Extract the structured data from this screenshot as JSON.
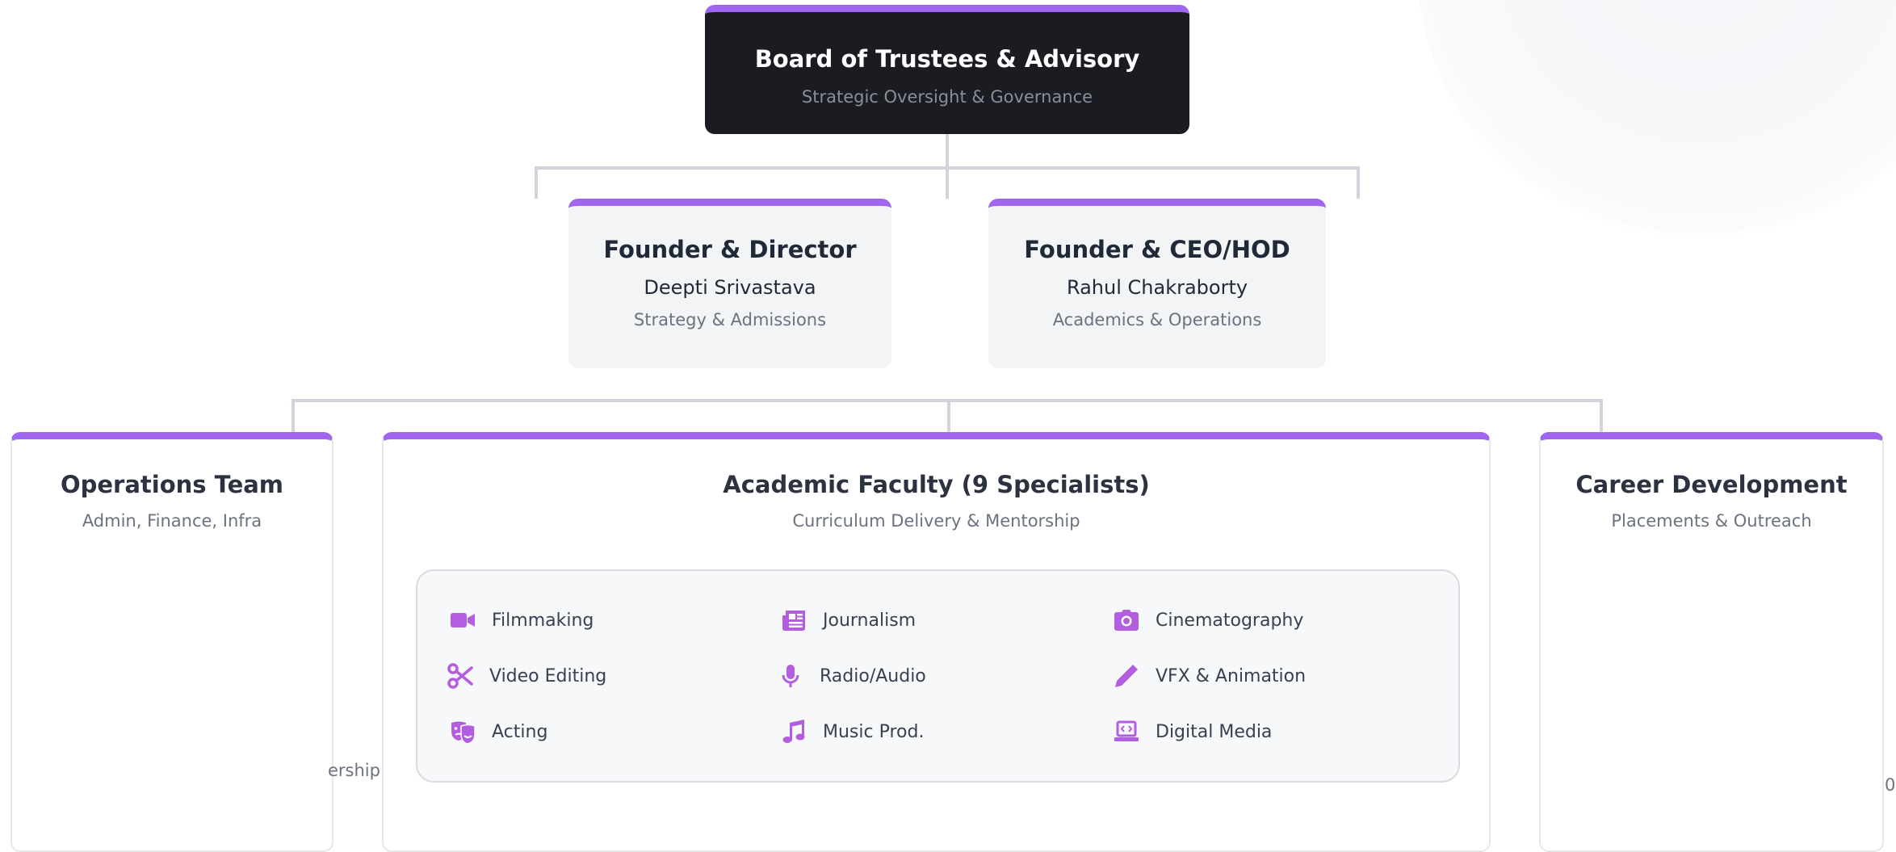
{
  "board": {
    "title": "Board of Trustees & Advisory",
    "subtitle": "Strategic Oversight & Governance"
  },
  "founders": [
    {
      "title": "Founder & Director",
      "name": "Deepti Srivastava",
      "subtitle": "Strategy & Admissions"
    },
    {
      "title": "Founder & CEO/HOD",
      "name": "Rahul Chakraborty",
      "subtitle": "Academics & Operations"
    }
  ],
  "departments": {
    "operations": {
      "title": "Operations Team",
      "subtitle": "Admin, Finance, Infra"
    },
    "academic": {
      "title": "Academic Faculty (9 Specialists)",
      "subtitle": "Curriculum Delivery & Mentorship"
    },
    "career": {
      "title": "Career Development",
      "subtitle": "Placements & Outreach"
    }
  },
  "specializations": [
    {
      "label": "Filmmaking",
      "icon": "video-camera-icon"
    },
    {
      "label": "Journalism",
      "icon": "newspaper-icon"
    },
    {
      "label": "Cinematography",
      "icon": "camera-icon"
    },
    {
      "label": "Video Editing",
      "icon": "scissors-icon"
    },
    {
      "label": "Radio/Audio",
      "icon": "microphone-icon"
    },
    {
      "label": "VFX & Animation",
      "icon": "pencil-icon"
    },
    {
      "label": "Acting",
      "icon": "theater-masks-icon"
    },
    {
      "label": "Music Prod.",
      "icon": "music-note-icon"
    },
    {
      "label": "Digital Media",
      "icon": "laptop-code-icon"
    }
  ],
  "clipped_text": {
    "left_fragment": "ership",
    "right_fragment": "0"
  },
  "colors": {
    "accent": "#a166f0",
    "icon": "#b35ee0",
    "board_bg": "#1b1c22",
    "connector": "#d1d5db"
  }
}
